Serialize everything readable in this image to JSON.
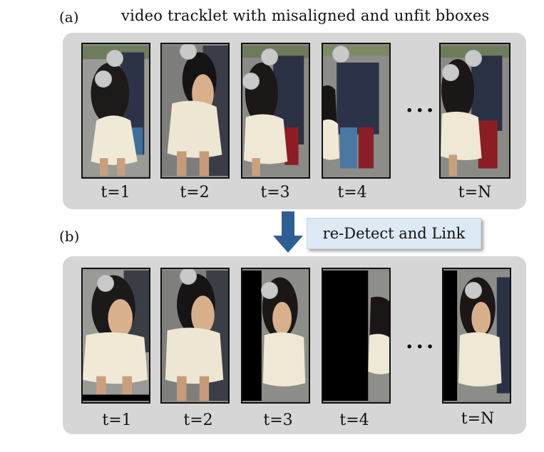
{
  "section_a": {
    "label": "(a)",
    "title": "video tracklet with misaligned and unfit bboxes"
  },
  "section_b": {
    "label": "(b)"
  },
  "frames_a": [
    "t=1",
    "t=2",
    "t=3",
    "t=4",
    "t=N"
  ],
  "frames_b": [
    "t=1",
    "t=2",
    "t=3",
    "t=4",
    "t=N"
  ],
  "ellipsis": "...",
  "process": {
    "label": "re-Detect and Link"
  },
  "colors": {
    "panel": "#d6d6d6",
    "arrow": "#2f5e93",
    "callout": "#dde9f4",
    "black_pad": "#000000"
  }
}
